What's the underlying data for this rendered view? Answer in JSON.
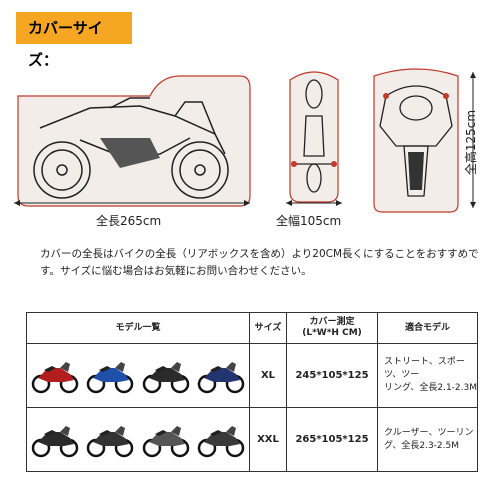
{
  "badge": "カバーサイズ：",
  "dims": {
    "length": "全長265cm",
    "width": "全幅105cm",
    "height": "全高125cm"
  },
  "notice": "カバーの全長はバイクの全長（リアボックスを含め）より20CM長くにすることをおすすめです。サイズに悩む場合はお気軽にお問い合わせください。",
  "table": {
    "headers": {
      "models": "モデル一覧",
      "size": "サイズ",
      "measure_line1": "カバー測定",
      "measure_line2": "(L*W*H CM)",
      "fit": "適合モデル"
    },
    "rows": [
      {
        "size": "XL",
        "dims": "245*105*125",
        "usage_line1": "ストリート、スポーツ、ツー",
        "usage_line2": "リング、全長2.1-2.3M",
        "bike_colors": [
          "#b21d1d",
          "#1f4fa8",
          "#2b2b2b",
          "#23356e"
        ]
      },
      {
        "size": "XXL",
        "dims": "265*105*125",
        "usage_line1": "クルーザー、ツーリン",
        "usage_line2": "グ、全長2.3-2.5M",
        "bike_colors": [
          "#2b2b2b",
          "#333333",
          "#555555",
          "#3a3a3a"
        ]
      }
    ]
  }
}
